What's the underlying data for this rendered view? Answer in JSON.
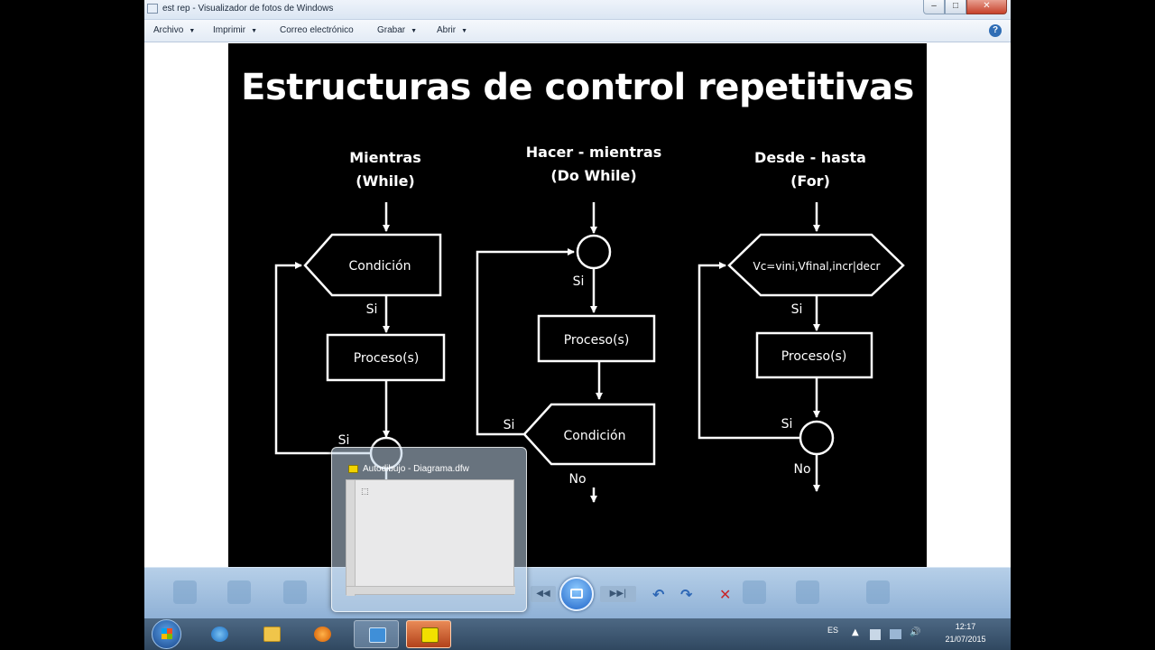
{
  "window": {
    "title": "est rep - Visualizador de fotos de Windows",
    "controls": {
      "minimize": "–",
      "maximize": "□",
      "close": "✕"
    },
    "help": "?"
  },
  "menu": [
    {
      "label": "Archivo",
      "arrow": "▼"
    },
    {
      "label": "Imprimir",
      "arrow": "▼"
    },
    {
      "label": "Correo electrónico",
      "arrow": ""
    },
    {
      "label": "Grabar",
      "arrow": "▼"
    },
    {
      "label": "Abrir",
      "arrow": "▼"
    }
  ],
  "slide": {
    "title": "Estructuras de control repetitivas",
    "flows": [
      {
        "title1": "Mientras",
        "title2": "(While)"
      },
      {
        "title1": "Hacer - mientras",
        "title2": "(Do While)"
      },
      {
        "title1": "Desde - hasta",
        "title2": "(For)"
      }
    ],
    "labels": {
      "condicion": "Condición",
      "proceso": "Proceso(s)",
      "si": "Si",
      "no": "No",
      "for_header": "Vc=vini,Vfinal,incr|decr"
    }
  },
  "thumbnail": {
    "title": "Autodibujo - Diagrama.dfw",
    "pointer": "⬚"
  },
  "toolbar": {
    "prev": "◀◀",
    "next": "▶▶|",
    "rotate_left": "↶",
    "rotate_right": "↷",
    "delete": "✕"
  },
  "taskbar": {
    "lang": "ES",
    "tray_up": "▲",
    "time": "12:17",
    "date": "21/07/2015",
    "speaker": "🔊"
  }
}
